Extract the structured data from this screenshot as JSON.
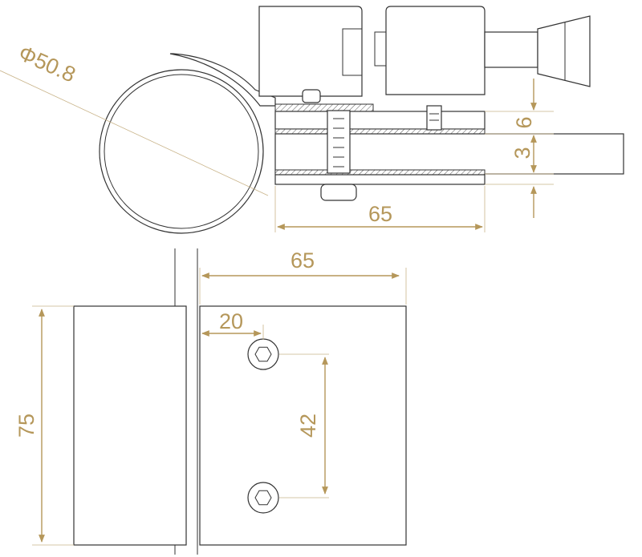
{
  "colors": {
    "line": "#333333",
    "dimension": "#b5975a",
    "background": "#ffffff"
  },
  "dimensions": {
    "pipe_diameter": "Φ50.8",
    "plate_offset": "6",
    "glass_thickness": "3",
    "clamp_width_side": "65",
    "clamp_width_front": "65",
    "hole_edge_distance": "20",
    "hole_spacing": "42",
    "clamp_height": "75"
  }
}
